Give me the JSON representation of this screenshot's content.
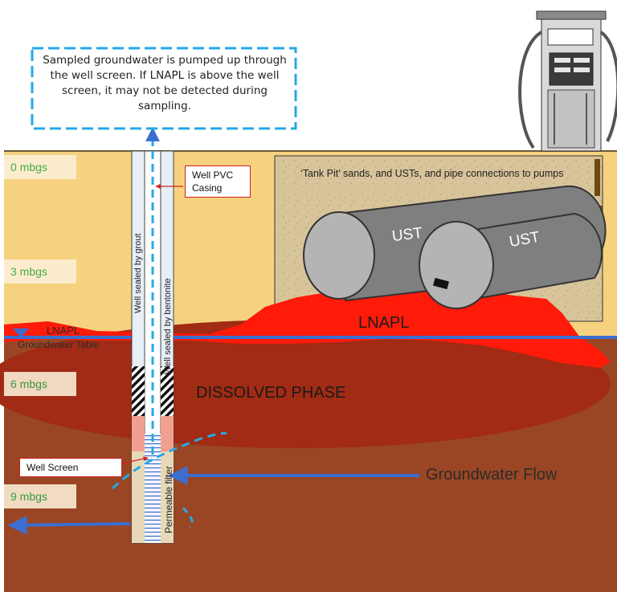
{
  "callout": "Sampled groundwater is pumped up through the well screen.  If LNAPL is above the well screen, it may not be detected during sampling.",
  "depths": [
    "0 mbgs",
    "3 mbgs",
    "6 mbgs",
    "9 mbgs"
  ],
  "labels": {
    "well_pvc_casing": "Well PVC Casing",
    "tank_pit": "‘Tank Pit’ sands, and USTs, and pipe connections to pumps",
    "ust": "UST",
    "lnapl_main": "LNAPL",
    "lnapl_left": "LNAPL",
    "groundwater_table": "Groundwater Table",
    "dissolved_phase": "DISSOLVED PHASE",
    "groundwater_flow": "Groundwater Flow",
    "well_screen": "Well Screen",
    "sealed_grout": "Well sealed by grout",
    "sealed_bentonite": "Well sealed by bentonite",
    "permeable_filter": "Permeable filter"
  },
  "colors": {
    "sand": "#f6d27e",
    "dissolved": "#a12b14",
    "deep_soil": "#9a4624",
    "lnapl": "#ff1a0a",
    "flow_arrow": "#3a6fd0",
    "callout_border": "#25a9e6",
    "ust_fill": "#7f7f7f"
  }
}
